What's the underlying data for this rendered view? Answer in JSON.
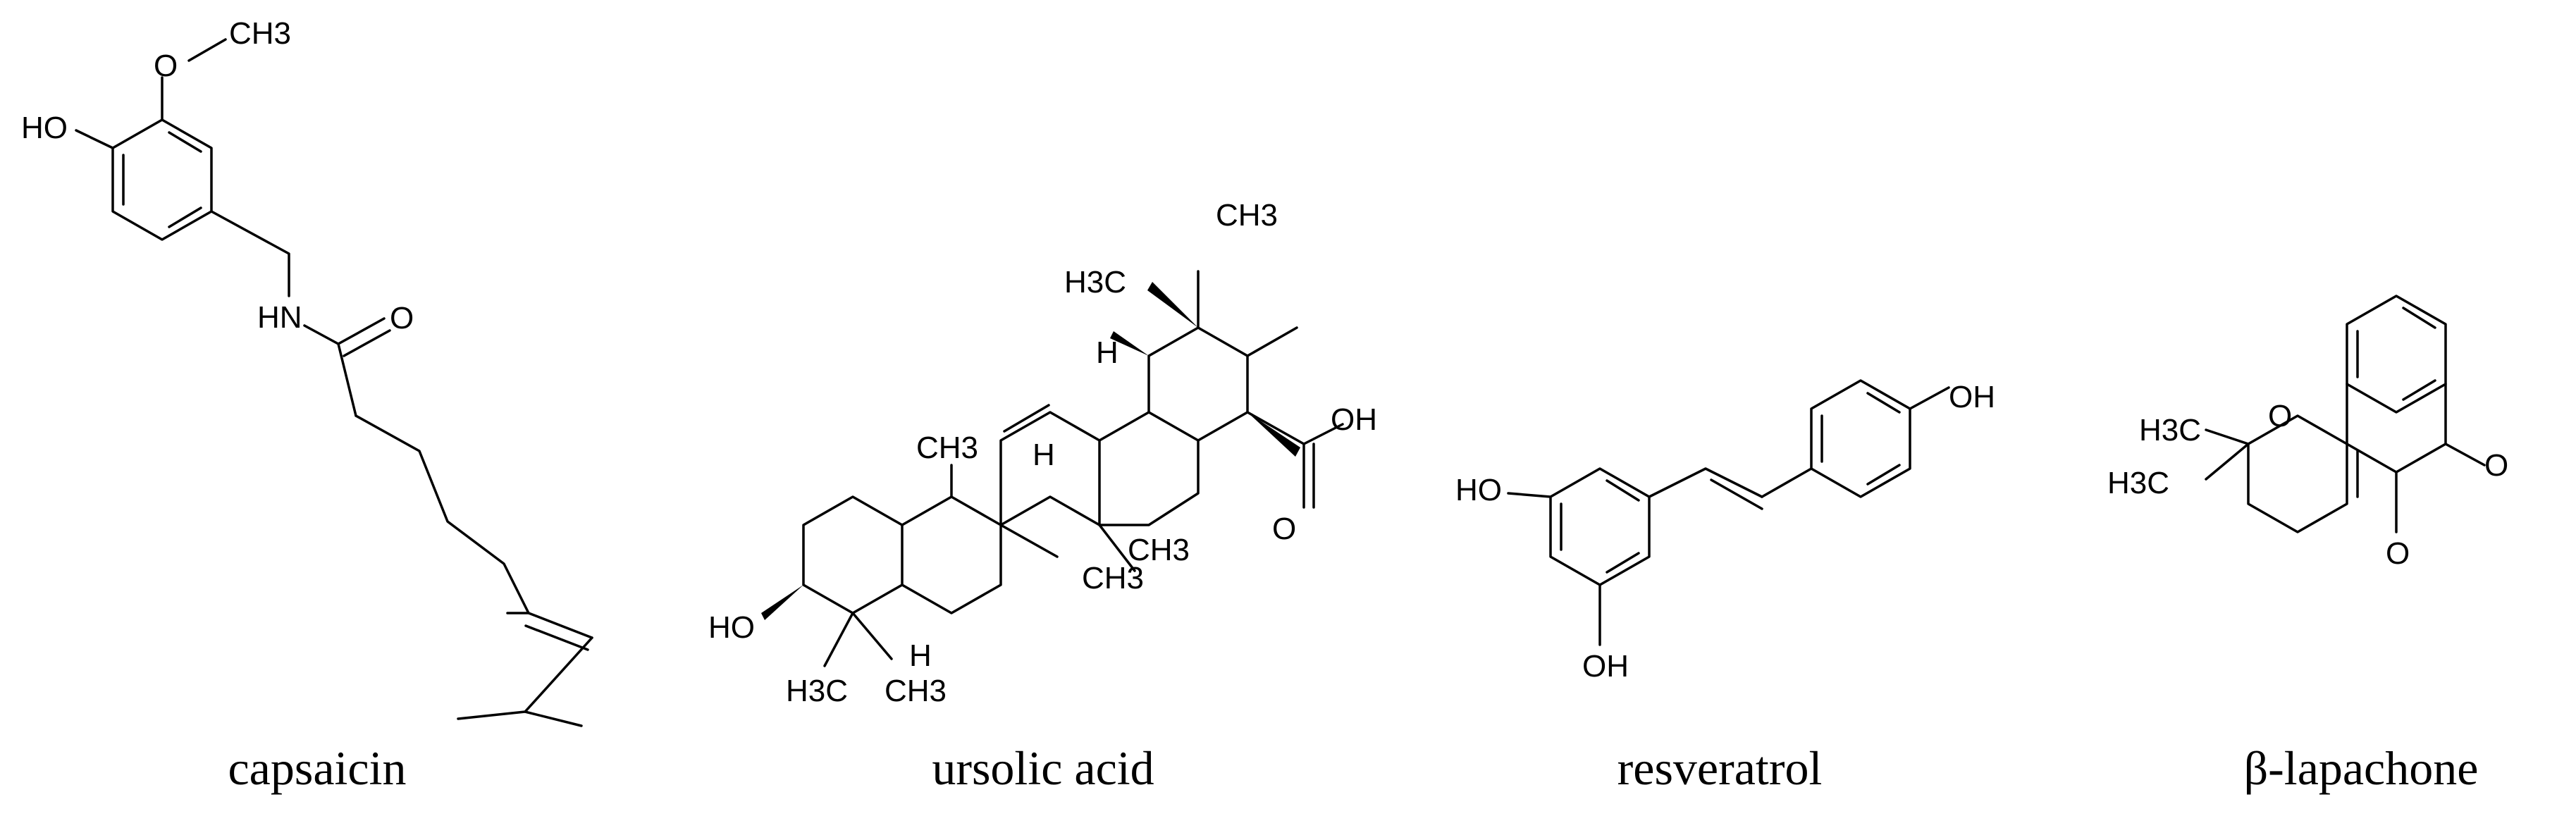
{
  "molecules": [
    {
      "name": "capsaicin",
      "labels": {
        "ch3": "CH3",
        "o_methoxy": "O",
        "ho": "HO",
        "hn": "HN",
        "o_carbonyl": "O"
      }
    },
    {
      "name": "ursolic acid",
      "labels": {
        "ch3_top": "CH3",
        "h3c_left": "H3C",
        "h_upper": "H",
        "oh": "OH",
        "o_acid": "O",
        "ch3_mid": "CH3",
        "h_mid": "H",
        "ch3_c14": "CH3",
        "ch3_c8": "CH3",
        "ho": "HO",
        "h_c5": "H",
        "h3c_gem": "H3C",
        "ch3_gem": "CH3"
      }
    },
    {
      "name": "resveratrol",
      "labels": {
        "ho_left": "HO",
        "oh_right": "OH",
        "oh_bottom": "OH"
      }
    },
    {
      "name": "β-lapachone",
      "labels": {
        "h3c_top": "H3C",
        "h3c_bottom": "H3C",
        "o_ring": "O",
        "o_keto_right": "O",
        "o_keto_bottom": "O"
      }
    }
  ]
}
